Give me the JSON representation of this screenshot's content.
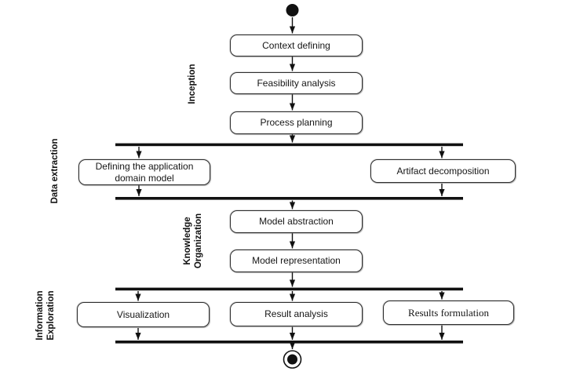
{
  "diagram": {
    "phases": [
      {
        "label": "Inception"
      },
      {
        "label": "Data extraction"
      },
      {
        "label": "Knowledge Organization"
      },
      {
        "label": "Information Exploration"
      }
    ],
    "activities": [
      {
        "label": "Context defining"
      },
      {
        "label": "Feasibility analysis"
      },
      {
        "label": "Process planning"
      },
      {
        "label": "Defining the application domain model"
      },
      {
        "label": "Artifact decomposition"
      },
      {
        "label": "Model abstraction"
      },
      {
        "label": "Model representation"
      },
      {
        "label": "Visualization"
      },
      {
        "label": "Result analysis"
      },
      {
        "label": "Results formulation"
      }
    ],
    "colors": {
      "line": "#111111",
      "box_border": "#2e2e2e",
      "background": "#ffffff"
    }
  }
}
